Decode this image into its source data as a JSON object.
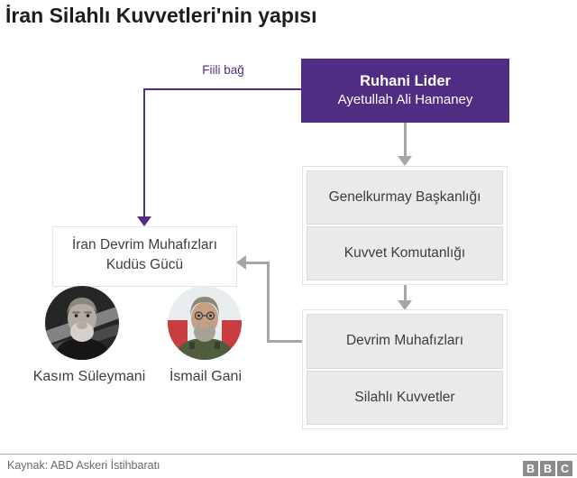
{
  "title": "İran Silahlı Kuvvetleri'nin yapısı",
  "diagram": {
    "link_label": "Fiili bağ",
    "leader": {
      "title": "Ruhani Lider",
      "subtitle": "Ayetullah Ali Hamaney"
    },
    "command_group": {
      "items": [
        {
          "label": "Genelkurmay Başkanlığı"
        },
        {
          "label": "Kuvvet Komutanlığı"
        }
      ]
    },
    "forces_group": {
      "items": [
        {
          "label": "Devrim Muhafızları"
        },
        {
          "label": "Silahlı Kuvvetler"
        }
      ]
    },
    "quds": {
      "line1": "İran Devrim Muhafızları",
      "line2": "Kudüs Gücü"
    },
    "people": [
      {
        "name": "Kasım Süleymani"
      },
      {
        "name": "İsmail Gani"
      }
    ]
  },
  "footer": {
    "source": "Kaynak: ABD Askeri İstihbaratı",
    "logo": [
      "B",
      "B",
      "C"
    ]
  },
  "colors": {
    "purple": "#4e2d82",
    "connector_gray": "#a6a6a6",
    "box_fill": "#eaeaea",
    "box_border": "#dcdcdc",
    "container_border": "#e2e2e2",
    "text_dark": "#3d3d3d",
    "footer_text": "#696969",
    "bbc_block": "#8a8a8a"
  }
}
